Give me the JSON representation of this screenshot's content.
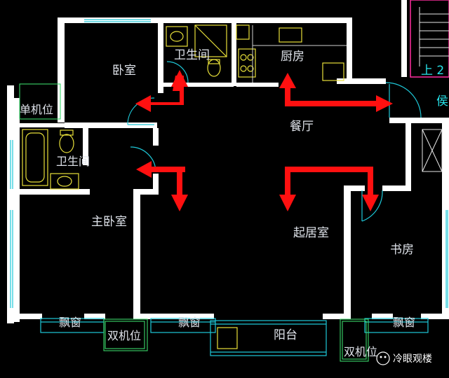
{
  "rooms": {
    "bedroom": "卧室",
    "bathroom_top": "卫生间",
    "kitchen": "厨房",
    "dining": "餐厅",
    "ac_single": "单机位",
    "bathroom_left": "卫生间",
    "master_bedroom": "主卧室",
    "living_room": "起居室",
    "study": "书房",
    "bay_window_left": "飘窗",
    "ac_double_left": "双机位",
    "bay_window_mid": "飘窗",
    "balcony": "阳台",
    "ac_double_right": "双机位",
    "bay_window_right": "飘窗"
  },
  "stair": {
    "up_label": "上 2",
    "side_label": "侯"
  },
  "watermark": {
    "text": "冷眼观楼"
  }
}
